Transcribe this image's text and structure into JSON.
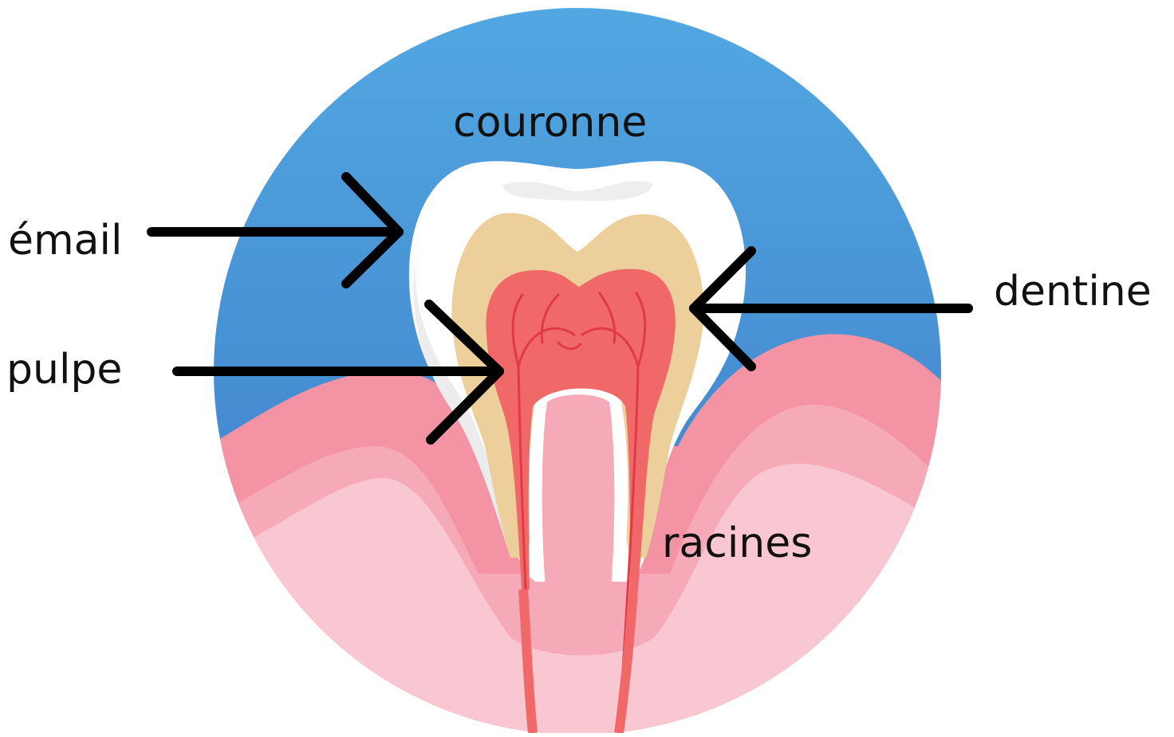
{
  "labels": {
    "crown": "couronne",
    "enamel": "émail",
    "pulp": "pulpe",
    "dentin": "dentine",
    "roots": "racines"
  },
  "colors": {
    "sky_top": "#52a8e2",
    "sky_bottom": "#3c77c5",
    "gum_dark": "#f393a3",
    "gum_mid": "#f6a9b7",
    "gum_light": "#f9c7d1",
    "enamel": "#ffffff",
    "enamel_shadow": "#ececec",
    "dentin": "#eccf9b",
    "pulp": "#f06868",
    "vessel": "#e03a48",
    "arrow": "#000000"
  }
}
